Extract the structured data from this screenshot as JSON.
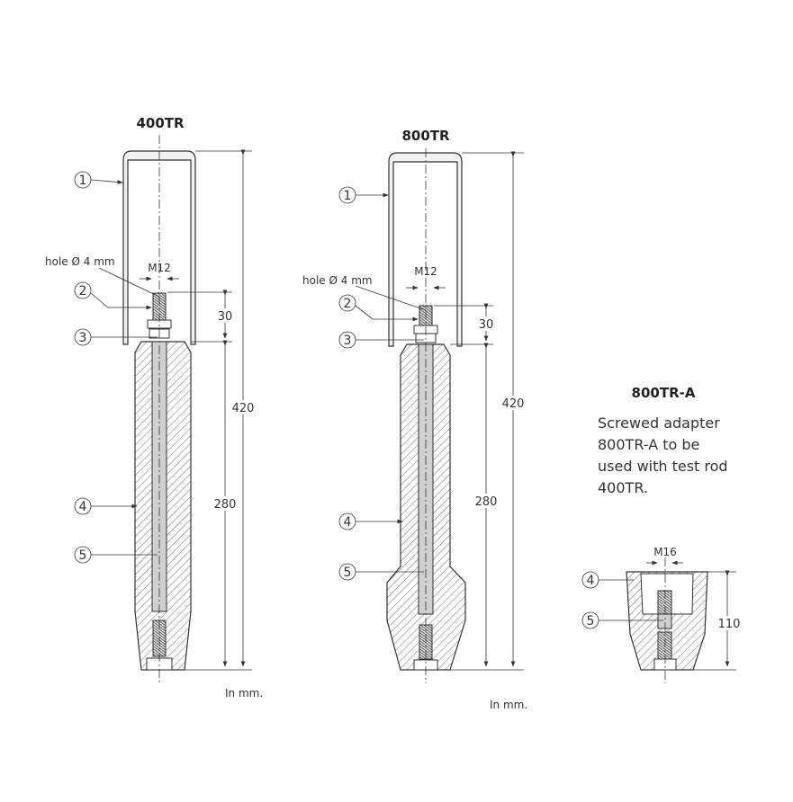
{
  "drawings": {
    "tr400": {
      "title": "400TR",
      "hole_label": "hole Ø 4 mm",
      "thread_label": "M12",
      "dim_total": "420",
      "dim_body": "280",
      "dim_thread": "30",
      "units": "In mm.",
      "callouts": [
        "1",
        "2",
        "3",
        "4",
        "5"
      ]
    },
    "tr800": {
      "title": "800TR",
      "hole_label": "hole Ø 4 mm",
      "thread_label": "M12",
      "dim_total": "420",
      "dim_body": "280",
      "dim_thread": "30",
      "units": "In mm.",
      "callouts": [
        "1",
        "2",
        "3",
        "4",
        "5"
      ]
    },
    "tr800a": {
      "title": "800TR-A",
      "description_lines": [
        "Screwed adapter",
        "800TR-A to be",
        "used with test rod",
        "400TR."
      ],
      "thread_label": "M16",
      "dim_height": "110",
      "callouts": [
        "4",
        "5"
      ]
    }
  }
}
